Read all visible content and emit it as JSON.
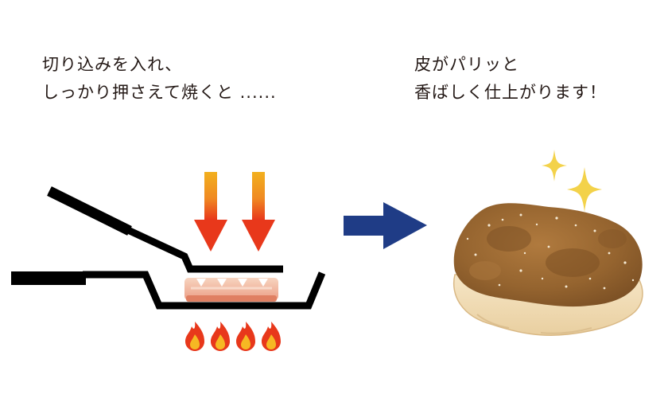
{
  "captions": {
    "before": {
      "line1": "切り込みを入れ、",
      "line2": "しっかり押さえて焼くと ......"
    },
    "after": {
      "line1": "皮がパリッと",
      "line2": "香ばしく仕上がります！"
    }
  },
  "colors": {
    "outline": "#000000",
    "pressure_arrow_top": "#f2b01e",
    "pressure_arrow_bottom": "#e8381b",
    "flame_outer": "#e8381b",
    "flame_inner": "#f6b823",
    "meat_skin": "#f3c3a8",
    "meat_body": "#f0a890",
    "transition_arrow": "#1f3c86",
    "sparkle": "#f3d24a",
    "crust": "#9a6a36",
    "underside": "#f1dcb6"
  },
  "icons": {
    "press": "press-lid-icon",
    "pan": "frying-pan-icon",
    "pressure": "down-arrow-icon",
    "fire": "flame-icon",
    "transition": "right-arrow-icon",
    "shine": "sparkle-icon",
    "result": "grilled-chicken-icon"
  }
}
